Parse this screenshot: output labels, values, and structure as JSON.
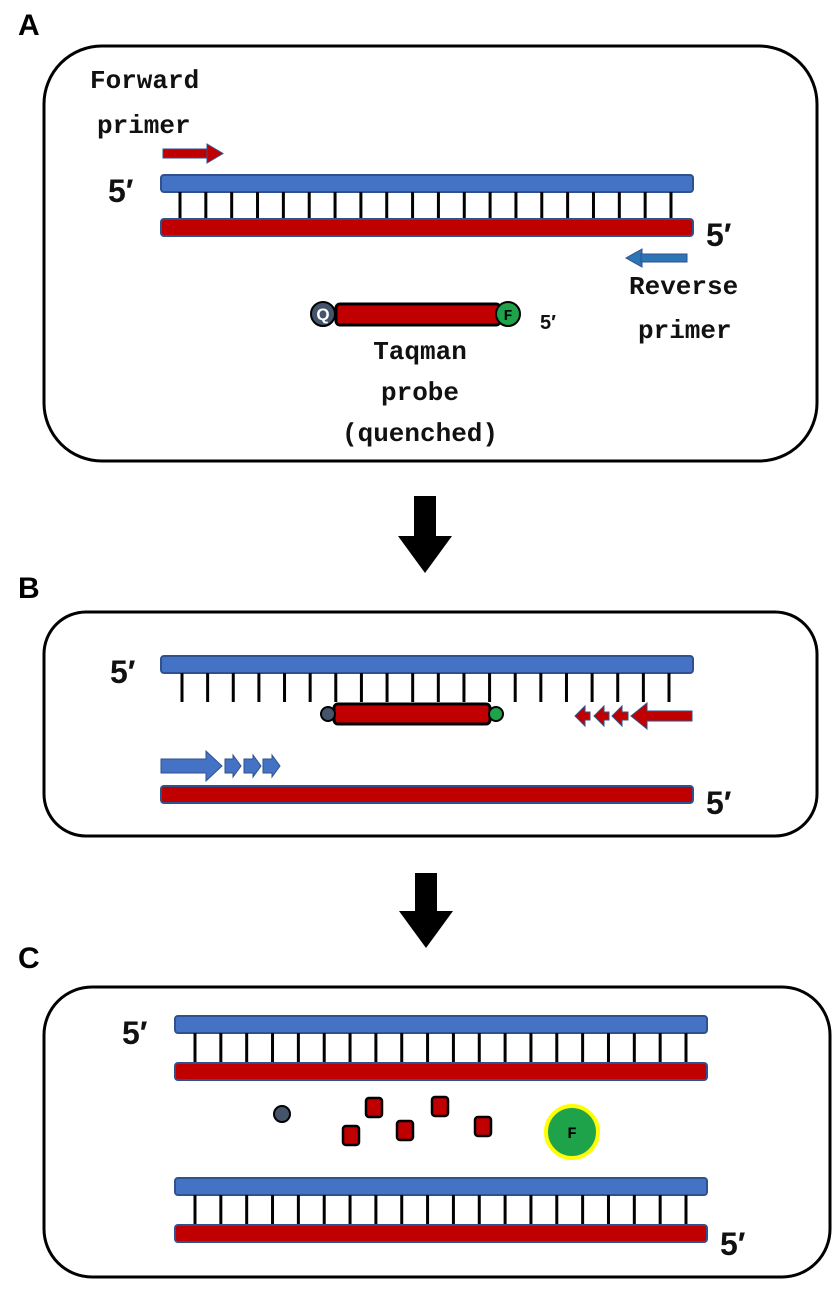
{
  "panels": {
    "a": {
      "label": "A",
      "five_prime_top": "5′",
      "five_prime_bottom": "5′",
      "forward_primer": [
        "Forward",
        "primer"
      ],
      "reverse_primer": [
        "Reverse",
        "primer"
      ],
      "probe_quencher": "Q",
      "probe_fluor": "F",
      "probe_five_prime": "5′",
      "probe_caption": [
        "Taqman",
        "probe",
        "(quenched)"
      ]
    },
    "b": {
      "label": "B",
      "five_prime_top": "5′",
      "five_prime_bottom": "5′"
    },
    "c": {
      "label": "C",
      "five_prime_top": "5′",
      "five_prime_bottom": "5′",
      "free_fluor": "F"
    }
  },
  "colors": {
    "blue_strand": "#4472c4",
    "red_strand": "#c00000",
    "fluorophore": "#1fa34a",
    "quencher": "#44546a",
    "glow": "#ffff00"
  }
}
